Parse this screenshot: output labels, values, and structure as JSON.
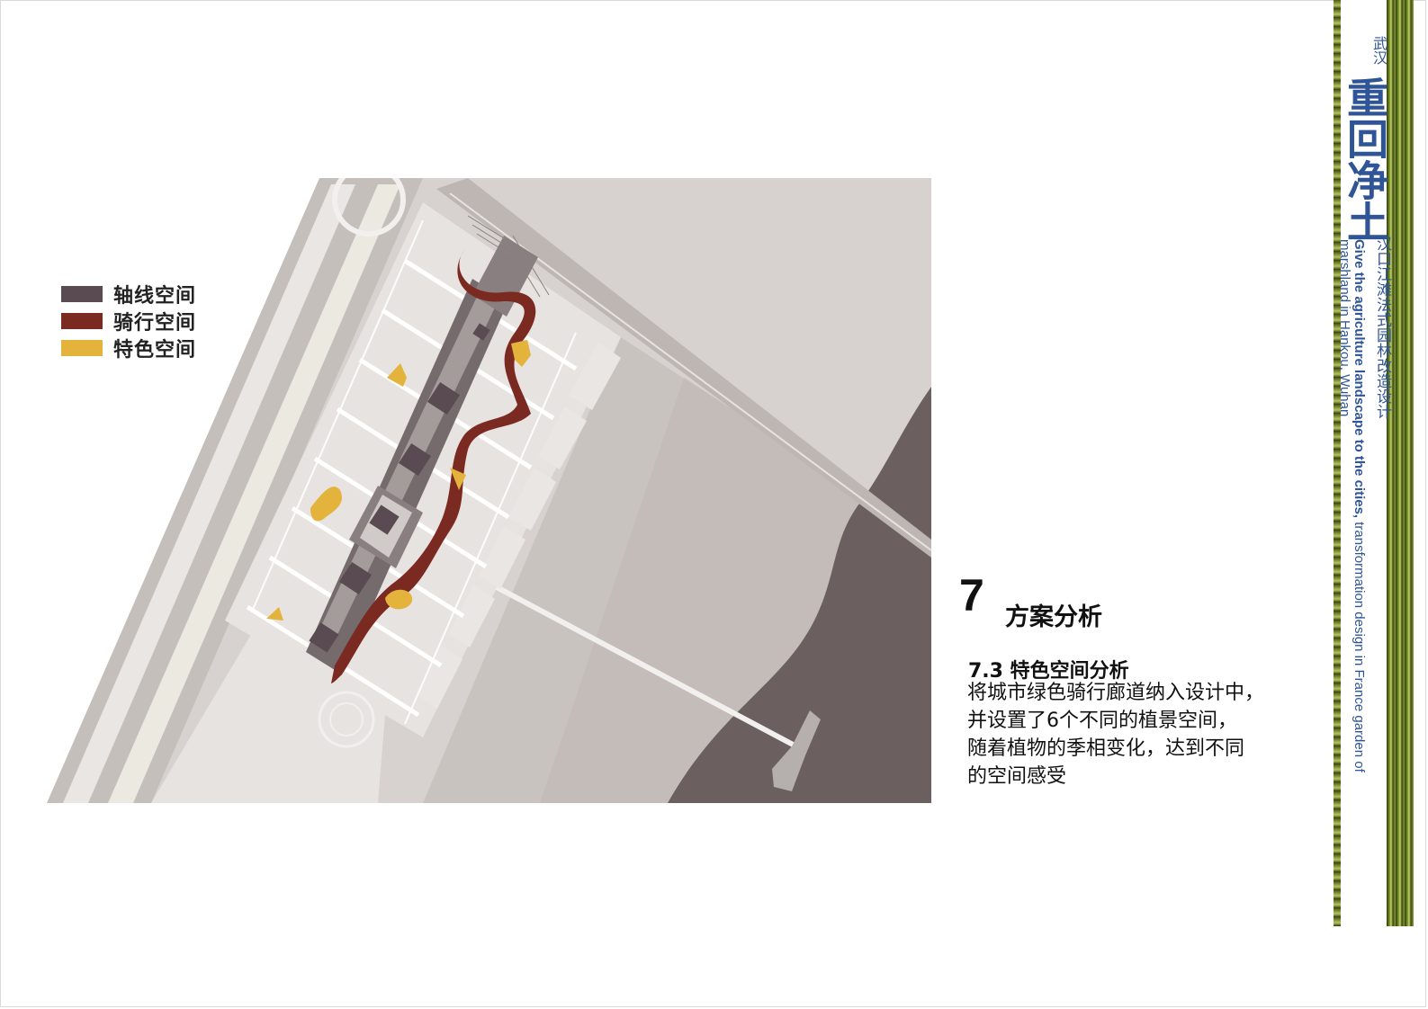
{
  "legend": {
    "items": [
      {
        "label": "轴线空间",
        "color": "#5a4a52"
      },
      {
        "label": "骑行空间",
        "color": "#7b2a22"
      },
      {
        "label": "特色空间",
        "color": "#e3b33b"
      }
    ]
  },
  "section": {
    "number": "7",
    "title": "方案分析",
    "subtitle": "7.3 特色空间分析",
    "body": [
      "将城市绿色骑行廊道纳入设计中，",
      "并设置了6个不同的植景空间，",
      "随着植物的季相变化，达到不同",
      "的空间感受"
    ]
  },
  "banner": {
    "city": "武汉",
    "title": "重回净土",
    "subtitle_cn": "汉口江滩法式园林改造设计",
    "subtitle_en_bold": "Give the agriculture landscape to the cities,",
    "subtitle_en_rest": " transformation design in France garden of",
    "subtitle_en_line2": "marshland in Hankou, Wuhan",
    "color": "#2f5597"
  },
  "colors": {
    "axis": "#5a4a52",
    "cycling": "#7b2a22",
    "feature": "#e3b33b",
    "ground": "#c9c3c0",
    "water": "#6b605f",
    "path": "#eceae8"
  }
}
